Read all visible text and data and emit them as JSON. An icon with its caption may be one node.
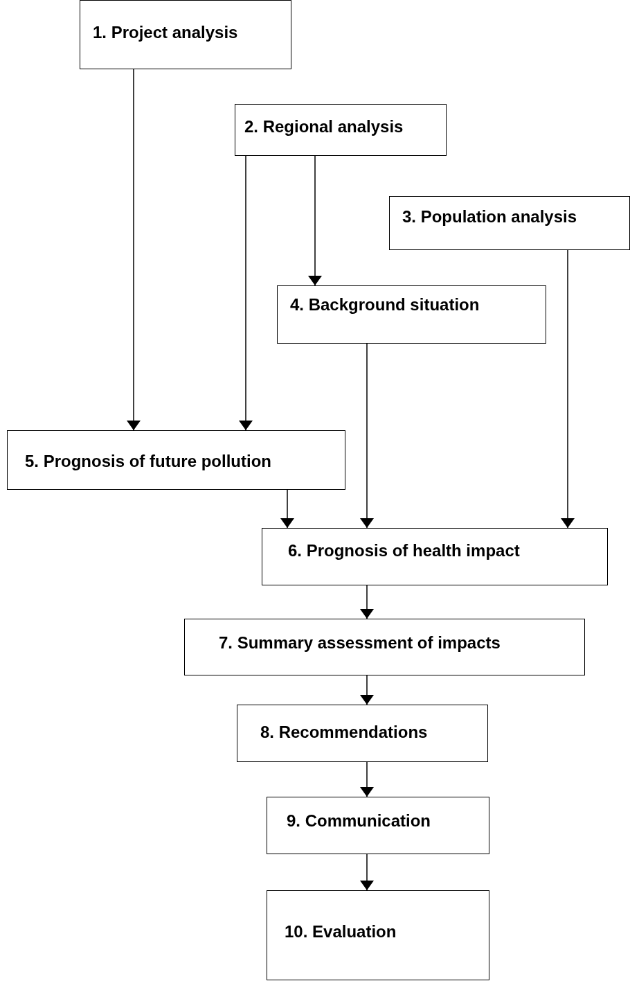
{
  "diagram": {
    "nodes": [
      {
        "text": [
          "1. Project analysis"
        ]
      },
      {
        "text": [
          "2. Regional analysis"
        ]
      },
      {
        "text": [
          "3. Population analysis"
        ]
      },
      {
        "text": [
          "4. Background situation"
        ]
      },
      {
        "text": [
          "5. Prognosis of future pollution"
        ]
      },
      {
        "text": [
          "6. Prognosis of health impact"
        ]
      },
      {
        "text": [
          "7. Summary assessment of impacts"
        ]
      },
      {
        "text": [
          "8. Recommendations"
        ]
      },
      {
        "text": [
          "9. Communication"
        ]
      },
      {
        "text": [
          "10. Evaluation"
        ]
      }
    ],
    "edges": [
      {
        "from": 0,
        "to": 4,
        "arrow": "to"
      },
      {
        "from": 1,
        "to": 4,
        "arrow": "to"
      },
      {
        "from": 1,
        "to": 3,
        "arrow": "to"
      },
      {
        "from": 2,
        "to": 5,
        "arrow": "to"
      },
      {
        "from": 3,
        "to": 5,
        "arrow": "to"
      },
      {
        "from": 4,
        "to": 5,
        "arrow": "to"
      },
      {
        "from": 5,
        "to": 6,
        "arrow": "to"
      },
      {
        "from": 6,
        "to": 7,
        "arrow": "to"
      },
      {
        "from": 7,
        "to": 8,
        "arrow": "to"
      },
      {
        "from": 8,
        "to": 9,
        "arrow": "to"
      }
    ]
  }
}
